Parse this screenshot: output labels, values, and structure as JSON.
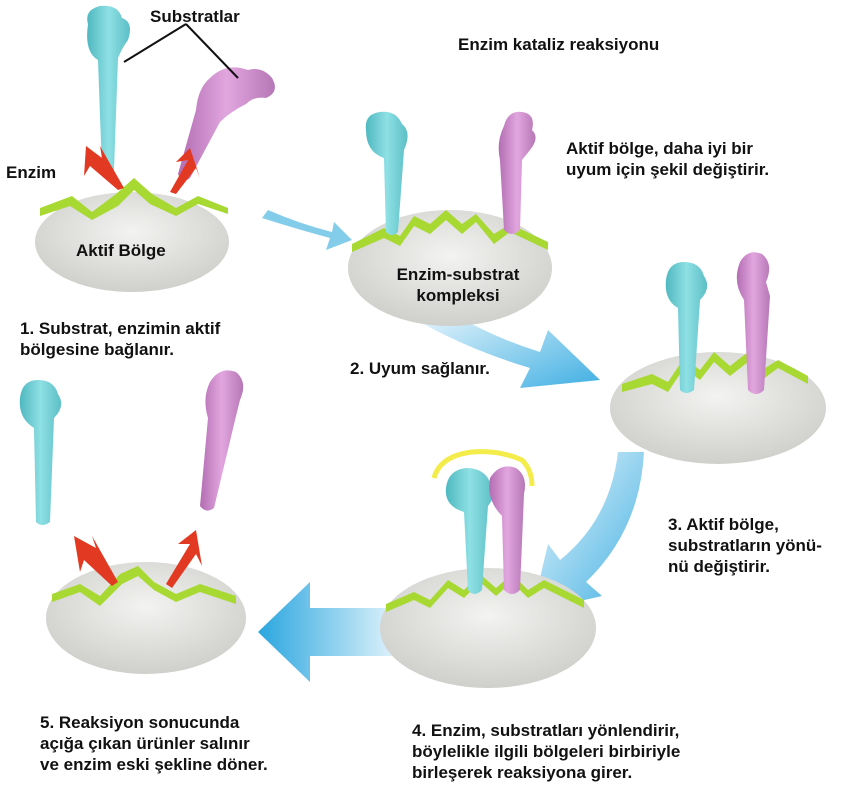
{
  "title": "Enzim kataliz reaksiyonu",
  "labels": {
    "substrates": "Substratlar",
    "enzyme": "Enzim",
    "active_site": "Aktif Bölge",
    "complex": "Enzim-substrat\nkompleksi"
  },
  "steps": [
    {
      "caption": "1. Substrat, enzimin aktif\nbölgesine bağlanır."
    },
    {
      "caption": "2. Uyum sağlanır."
    },
    {
      "caption": "3. Aktif bölge,\nsubstratların yönü-\nnü değiştirir."
    },
    {
      "caption": "4. Enzim, substratları yönlendirir,\nböylelikle ilgili bölgeleri birbiriyle\nbirleşerek reaksiyona girer."
    },
    {
      "caption": "5. Reaksiyon sonucunda\naçığa çıkan ürünler salınır\nve enzim eski şekline döner."
    }
  ],
  "annotations": {
    "active_site_change": "Aktif bölge, daha iyi bir\nuyum için şekil değiştirir."
  },
  "colors": {
    "enzyme_body": "#dfe0dd",
    "active_site": "#a8d832",
    "substrate_cyan": "#6ec9cf",
    "substrate_magenta": "#c884c6",
    "flow_arrow": "#3fb1e0",
    "release_arrow": "#e23a22",
    "fit_outline": "#f3ec4a"
  }
}
